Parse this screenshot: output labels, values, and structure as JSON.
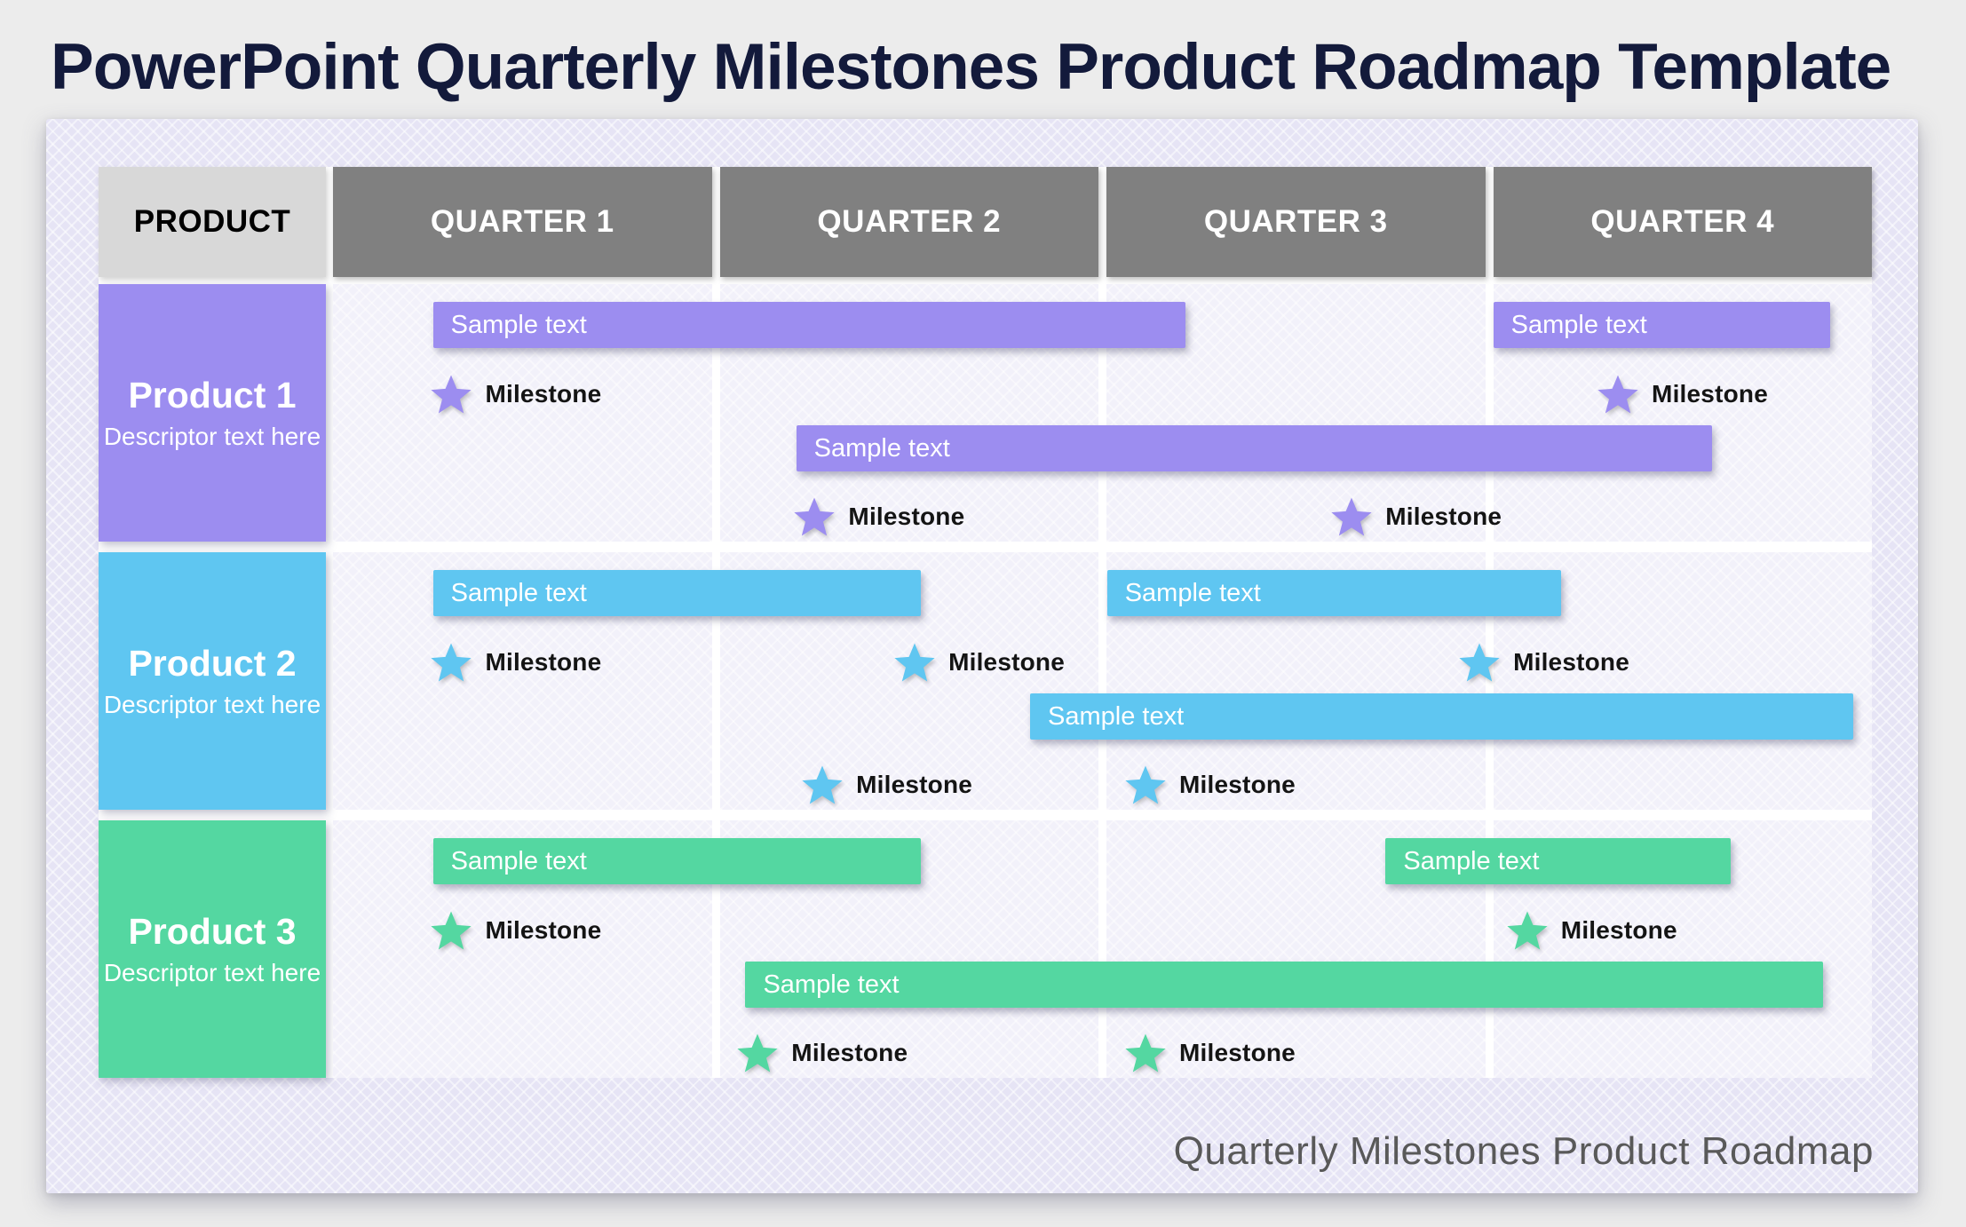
{
  "page_title": "PowerPoint Quarterly Milestones Product Roadmap Template",
  "footer": {
    "caption": "Quarterly Milestones Product Roadmap"
  },
  "table": {
    "header": {
      "product_label": "PRODUCT",
      "quarters": [
        "QUARTER 1",
        "QUARTER 2",
        "QUARTER 3",
        "QUARTER 4"
      ]
    },
    "rows": [
      {
        "name": "Product 1",
        "descriptor": "Descriptor text here",
        "color_key": "product1",
        "bars": [
          {
            "label": "Sample text",
            "lane": 1,
            "left_pct": 6.5,
            "width_pct": 48.9
          },
          {
            "label": "Sample text",
            "lane": 2,
            "left_pct": 30.1,
            "width_pct": 59.5
          },
          {
            "label": "Sample text",
            "lane": 1,
            "left_pct": 75.4,
            "width_pct": 21.9
          }
        ],
        "milestones": [
          {
            "label": "Milestone",
            "lane": 1,
            "pos_pct": 7.7
          },
          {
            "label": "Milestone",
            "lane": 2,
            "pos_pct": 31.3
          },
          {
            "label": "Milestone",
            "lane": 2,
            "pos_pct": 66.2
          },
          {
            "label": "Milestone",
            "lane": 1,
            "pos_pct": 83.5
          }
        ]
      },
      {
        "name": "Product 2",
        "descriptor": "Descriptor text here",
        "color_key": "product2",
        "bars": [
          {
            "label": "Sample text",
            "lane": 1,
            "left_pct": 6.5,
            "width_pct": 31.7
          },
          {
            "label": "Sample text",
            "lane": 1,
            "left_pct": 50.3,
            "width_pct": 29.5
          },
          {
            "label": "Sample text",
            "lane": 2,
            "left_pct": 45.3,
            "width_pct": 53.5
          }
        ],
        "milestones": [
          {
            "label": "Milestone",
            "lane": 1,
            "pos_pct": 7.7
          },
          {
            "label": "Milestone",
            "lane": 1,
            "pos_pct": 37.8
          },
          {
            "label": "Milestone",
            "lane": 1,
            "pos_pct": 74.5
          },
          {
            "label": "Milestone",
            "lane": 2,
            "pos_pct": 31.8
          },
          {
            "label": "Milestone",
            "lane": 2,
            "pos_pct": 52.8
          }
        ]
      },
      {
        "name": "Product 3",
        "descriptor": "Descriptor text here",
        "color_key": "product3",
        "bars": [
          {
            "label": "Sample text",
            "lane": 1,
            "left_pct": 6.5,
            "width_pct": 31.7
          },
          {
            "label": "Sample text",
            "lane": 1,
            "left_pct": 68.4,
            "width_pct": 22.4
          },
          {
            "label": "Sample text",
            "lane": 2,
            "left_pct": 26.8,
            "width_pct": 70.0
          }
        ],
        "milestones": [
          {
            "label": "Milestone",
            "lane": 1,
            "pos_pct": 7.7
          },
          {
            "label": "Milestone",
            "lane": 1,
            "pos_pct": 77.6
          },
          {
            "label": "Milestone",
            "lane": 2,
            "pos_pct": 27.6
          },
          {
            "label": "Milestone",
            "lane": 2,
            "pos_pct": 52.8
          }
        ]
      }
    ]
  },
  "colors": {
    "title_text": "#131A3B",
    "page_background": "#ECECEC",
    "panel_background": "#E6E4F5",
    "cell_background": "#F2F1FA",
    "table_gap": "#FFFFFF",
    "header_quarter_bg": "#808080",
    "header_quarter_text": "#FFFFFF",
    "header_product_bg": "#D8D8D8",
    "header_product_text": "#000000",
    "product1": "#9C8DF0",
    "product2": "#5FC6F1",
    "product3": "#54D7A1",
    "bar_text": "#FFFFFF",
    "milestone_text": "#141414",
    "footer_text": "#595959"
  }
}
